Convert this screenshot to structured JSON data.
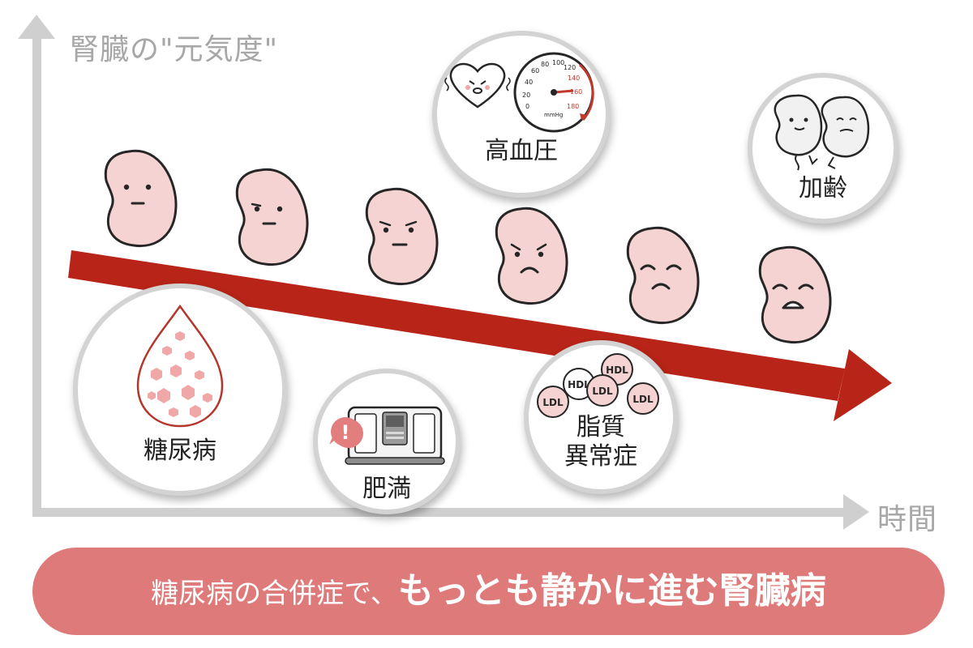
{
  "axes": {
    "y_label": "腎臓の\"元気度\"",
    "x_label": "時間"
  },
  "kidneys": {
    "count": 6,
    "moods": [
      "neutral",
      "slightly-worried",
      "worried",
      "sad",
      "sadder",
      "distressed"
    ],
    "color": "#f6d3d3",
    "stroke": "#262626"
  },
  "arrow": {
    "meaning": "declining-trend",
    "color": "#b82418"
  },
  "factors": {
    "hypertension": {
      "label": "高血圧",
      "gauge_ticks": [
        "0",
        "20",
        "40",
        "60",
        "80",
        "100",
        "120",
        "140",
        "160",
        "180"
      ],
      "gauge_unit": "mmHg"
    },
    "aging": {
      "label": "加齢"
    },
    "diabetes": {
      "label": "糖尿病"
    },
    "obesity": {
      "label": "肥満",
      "alert_icon": "!"
    },
    "dyslipidemia": {
      "label": "脂質\n異常症",
      "line1": "脂質",
      "line2": "異常症",
      "particles": [
        "HDL",
        "HDL",
        "LDL",
        "LDL",
        "LDL"
      ]
    }
  },
  "banner": {
    "lead": "糖尿病の合併症で、",
    "main": "もっとも静かに進む腎臓病",
    "color": "#de7b7a"
  },
  "colors": {
    "axis": "#cfcfcf",
    "axis_text": "#a7a7a7",
    "accent_red": "#b82418",
    "kidney_pink": "#f6d3d3",
    "gauge_red": "#c0392b"
  }
}
